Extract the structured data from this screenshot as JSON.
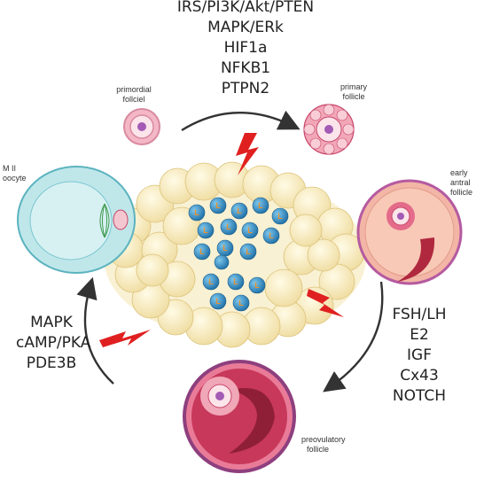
{
  "top_pathways": [
    "IRS/PI3K/Akt/PTEN",
    "MAPK/ERk",
    "HIF1a",
    "NFKB1",
    "PTPN2"
  ],
  "right_pathways": [
    "FSH/LH",
    "E2",
    "IGF",
    "Cx43",
    "NOTCH"
  ],
  "left_pathways": [
    "MAPK",
    "cAMP/PKA",
    "PDE3B"
  ],
  "stages": {
    "primordial": [
      "primordial",
      "follciel"
    ],
    "primary": [
      "primary",
      "follicle"
    ],
    "early_antral": [
      "early",
      "antral",
      "follicle"
    ],
    "preovulatory": [
      "preovulatory",
      "follicle"
    ],
    "oocyte": [
      "M II",
      "oocyte"
    ]
  },
  "center_cell_letter": "L",
  "colors": {
    "arrow": "#333333",
    "lightning": "#e02020",
    "fat_cell": "#f7e9b8",
    "immune_cell": "#2f8fc4",
    "follicle_pink": "#c8476a"
  }
}
